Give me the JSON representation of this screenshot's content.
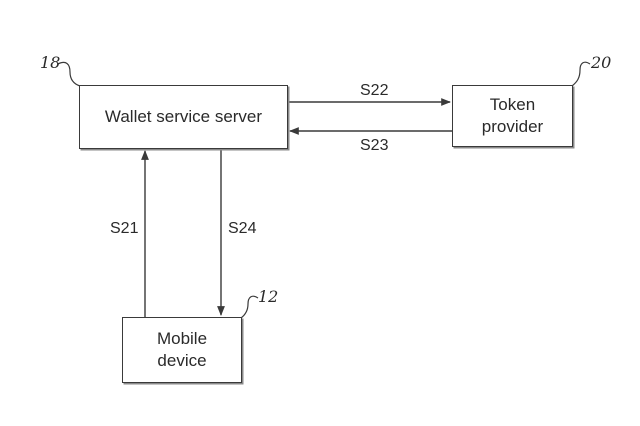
{
  "boxes": {
    "wallet_service_server": "Wallet service server",
    "token_provider": [
      "Token",
      "provider"
    ],
    "mobile_device": [
      "Mobile",
      "device"
    ]
  },
  "steps": {
    "s21": "S21",
    "s22": "S22",
    "s23": "S23",
    "s24": "S24"
  },
  "reference_numerals": {
    "wallet_service_server": "18",
    "token_provider": "20",
    "mobile_device": "12"
  },
  "colors": {
    "line": "#3a3a3a",
    "background": "#ffffff"
  }
}
